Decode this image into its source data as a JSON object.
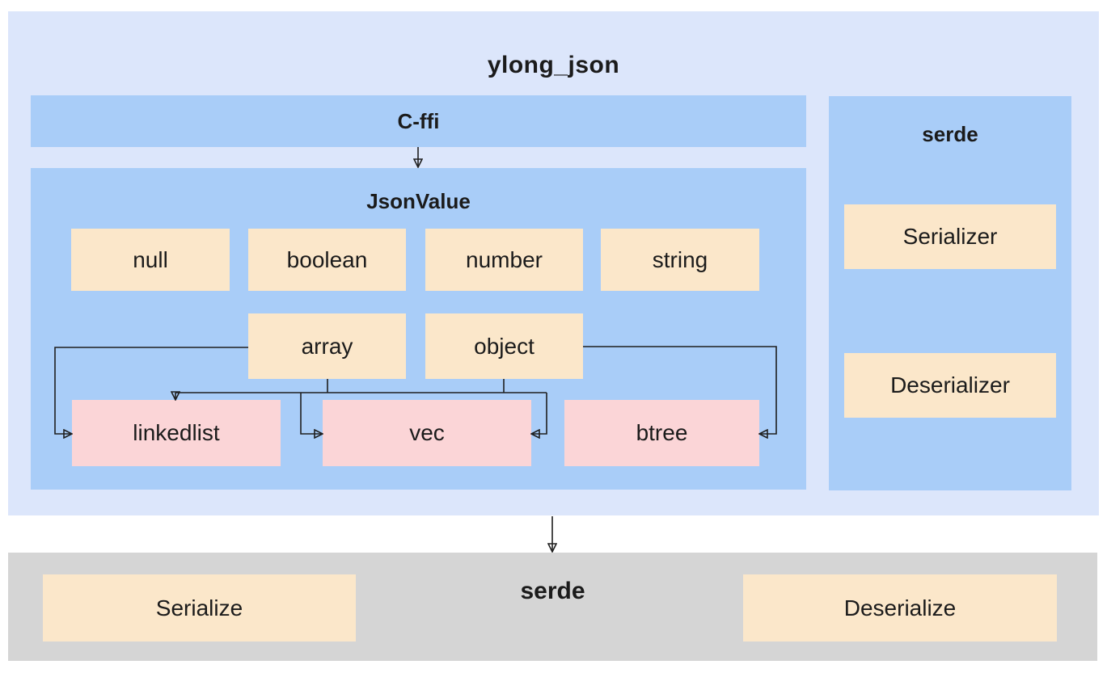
{
  "root": {
    "title": "ylong_json",
    "cffi_label": "C-ffi",
    "jsonvalue": {
      "title": "JsonValue",
      "row1": [
        "null",
        "boolean",
        "number",
        "string"
      ],
      "row2": [
        "array",
        "object"
      ],
      "row3": [
        "linkedlist",
        "vec",
        "btree"
      ]
    },
    "serde_panel": {
      "title": "serde",
      "items": [
        "Serializer",
        "Deserializer"
      ]
    }
  },
  "serde_bar": {
    "title": "serde",
    "items": [
      "Serialize",
      "Deserialize"
    ]
  },
  "edges": [
    {
      "from": "C-ffi",
      "to": "JsonValue"
    },
    {
      "from": "array",
      "to": "linkedlist"
    },
    {
      "from": "array",
      "to": "vec"
    },
    {
      "from": "object",
      "to": "vec"
    },
    {
      "from": "object",
      "to": "btree"
    },
    {
      "from": "ylong_json",
      "to": "serde"
    }
  ],
  "colors": {
    "outer_bg": "#dce6fb",
    "inner_bg": "#a9cdf8",
    "node_cream": "#fbe7ca",
    "node_pink": "#fbd5d7",
    "bottom_bar_bg": "#d5d5d5",
    "line": "#1f1f1f",
    "text": "#1b1b1b"
  }
}
